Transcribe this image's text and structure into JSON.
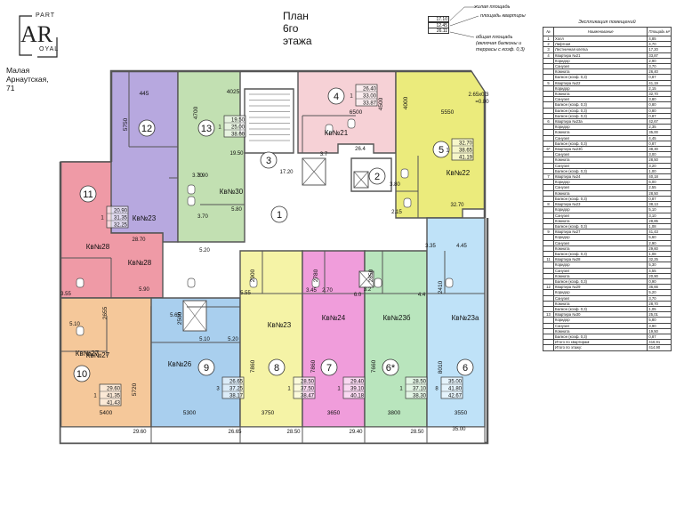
{
  "title": "План 6го этажа",
  "address": "Малая Арнаутская, 71",
  "logo": {
    "part": "PART",
    "ar": "AR",
    "oyal": "OYAL"
  },
  "key": {
    "cells": [
      "17.10",
      "12.45",
      "26.11"
    ],
    "living_area": "жилая площадь",
    "apartment_area": "площадь квартиры",
    "total_area_line1": "общая площадь",
    "total_area_line2": "(включая балконы и",
    "total_area_line3": "террасы с коэф. 0,3)"
  },
  "legend": {
    "title": "Экспликация помещений",
    "headers": {
      "n": "№",
      "name": "Наименование",
      "area": "Площадь м²"
    },
    "rows": [
      {
        "n": "1",
        "name": "Холл",
        "area": "4,85"
      },
      {
        "n": "2",
        "name": "Лифтная",
        "area": "4,70"
      },
      {
        "n": "3",
        "name": "Лестничная клетка",
        "area": "17,20"
      },
      {
        "n": "4",
        "name": "Квартира №21",
        "area": "33,87",
        "subs": [
          {
            "name": "Коридор",
            "area": "2,90"
          },
          {
            "name": "Санузел",
            "area": "3,70"
          },
          {
            "name": "Комната",
            "area": "26,40"
          },
          {
            "name": "Балкон (коэф. 0,3)",
            "area": "0,87"
          }
        ]
      },
      {
        "n": "5",
        "name": "Квартира №22",
        "area": "41,19",
        "subs": [
          {
            "name": "Коридор",
            "area": "2,15"
          },
          {
            "name": "Комната",
            "area": "32,70"
          },
          {
            "name": "Санузел",
            "area": "3,80"
          },
          {
            "name": "Балкон (коэф. 0,3)",
            "area": "0,80"
          },
          {
            "name": "Балкон (коэф. 0,3)",
            "area": "0,80"
          },
          {
            "name": "Балкон (коэф. 0,3)",
            "area": "0,87"
          }
        ]
      },
      {
        "n": "6",
        "name": "Квартира №23а",
        "area": "42,67",
        "subs": [
          {
            "name": "Коридор",
            "area": "2,35"
          },
          {
            "name": "Комната",
            "area": "35,00"
          },
          {
            "name": "Санузел",
            "area": "4,45"
          },
          {
            "name": "Балкон (коэф. 0,3)",
            "area": "0,87"
          }
        ]
      },
      {
        "n": "6*",
        "name": "Квартира №23б",
        "area": "38,30",
        "subs": [
          {
            "name": "Санузел",
            "area": "3,00"
          },
          {
            "name": "Комната",
            "area": "28,50"
          },
          {
            "name": "Санузел",
            "area": "3,20"
          },
          {
            "name": "Балкон (коэф. 0,3)",
            "area": "1,00"
          }
        ]
      },
      {
        "n": "7",
        "name": "Квартира №24",
        "area": "40,18",
        "subs": [
          {
            "name": "Коридор",
            "area": "6,00"
          },
          {
            "name": "Санузел",
            "area": "2,55"
          },
          {
            "name": "Комната",
            "area": "28,50"
          },
          {
            "name": "Балкон (коэф. 0,3)",
            "area": "0,87"
          }
        ]
      },
      {
        "n": "8",
        "name": "Квартира №23",
        "area": "38,13",
        "subs": [
          {
            "name": "Коридор",
            "area": "5,10"
          },
          {
            "name": "Санузел",
            "area": "3,10"
          },
          {
            "name": "Комната",
            "area": "28,85"
          },
          {
            "name": "Балкон (коэф. 0,3)",
            "area": "1,08"
          }
        ]
      },
      {
        "n": "9",
        "name": "Квартира №27",
        "area": "41,43",
        "subs": [
          {
            "name": "Коридор",
            "area": "5,60"
          },
          {
            "name": "Санузел",
            "area": "2,90"
          },
          {
            "name": "Комната",
            "area": "29,60"
          },
          {
            "name": "Балкон (коэф. 0,3)",
            "area": "1,08"
          }
        ]
      },
      {
        "n": "11",
        "name": "Квартира №28",
        "area": "32,25",
        "subs": [
          {
            "name": "Коридор",
            "area": "5,30"
          },
          {
            "name": "Санузел",
            "area": "4,55"
          },
          {
            "name": "Комната",
            "area": "20,90"
          },
          {
            "name": "Балкон (коэф. 0,3)",
            "area": "0,90"
          }
        ]
      },
      {
        "n": "12",
        "name": "Квартира №29",
        "area": "36,66",
        "subs": [
          {
            "name": "Коридор",
            "area": "5,20"
          },
          {
            "name": "Санузел",
            "area": "3,70"
          },
          {
            "name": "Комната",
            "area": "28,70"
          },
          {
            "name": "Балкон (коэф. 0,3)",
            "area": "1,05"
          }
        ]
      },
      {
        "n": "13",
        "name": "Квартира №30",
        "area": "25,01",
        "subs": [
          {
            "name": "Коридор",
            "area": "5,80"
          },
          {
            "name": "Санузел",
            "area": "3,90"
          },
          {
            "name": "Комната",
            "area": "19,50"
          },
          {
            "name": "Балкон (коэф. 0,3)",
            "area": "0,87"
          }
        ]
      }
    ],
    "total_apartments_label": "Итого по квартирам:",
    "total_apartments": "416,91",
    "total_floor_label": "Итого по этажу:",
    "total_floor": "414,90"
  },
  "plan": {
    "colors": {
      "purple": "#b7a8df",
      "green": "#c2e0b2",
      "pink": "#f6d1d6",
      "yellow": "#ebeb7c",
      "red": "#ef9aa6",
      "orange": "#f5c89a",
      "blue": "#a9cfee",
      "lightyellow": "#f5f3a6",
      "magenta": "#f09ddb",
      "palegreen": "#b9e5bd",
      "skyblue": "#bfe2f8",
      "wall": "#555555",
      "hall": "#ffffff"
    },
    "rooms": [
      {
        "id": "4",
        "label": "4",
        "apt": "Кв№21",
        "living": "26.40",
        "apartment": "33.00",
        "total": "33.87",
        "count": "1"
      },
      {
        "id": "5",
        "label": "5",
        "apt": "Кв№22",
        "living": "32.70",
        "apartment": "38.65",
        "total": "41.19",
        "count": "1"
      },
      {
        "id": "6",
        "label": "6",
        "apt": "Кв№23а",
        "living": "35.00",
        "apartment": "41.80",
        "total": "42.67",
        "count": "8"
      },
      {
        "id": "6s",
        "label": "6*",
        "apt": "Кв№23б",
        "living": "28.50",
        "apartment": "37.10",
        "total": "38.30",
        "count": "1"
      },
      {
        "id": "7",
        "label": "7",
        "apt": "Кв№24",
        "living": "29.40",
        "apartment": "39.10",
        "total": "40.18",
        "count": "1"
      },
      {
        "id": "8",
        "label": "8",
        "apt": "Кв№23",
        "living": "28.50",
        "apartment": "37.50",
        "total": "38.47",
        "count": "1"
      },
      {
        "id": "9",
        "label": "9",
        "apt": "Кв№26",
        "living": "26.65",
        "apartment": "37.25",
        "total": "38.17",
        "count": "3"
      },
      {
        "id": "10",
        "label": "10",
        "apt": "Кв№27",
        "living": "29.60",
        "apartment": "41.35",
        "total": "41.43",
        "count": "1"
      },
      {
        "id": "11",
        "label": "11",
        "apt": "Кв№28",
        "living": "20.90",
        "apartment": "31.35",
        "total": "32.25",
        "count": "1"
      },
      {
        "id": "12",
        "label": "12",
        "apt": "Кв№23",
        "living": "",
        "apartment": "",
        "total": "",
        "count": ""
      },
      {
        "id": "13",
        "label": "13",
        "apt": "Кв№30",
        "living": "19.50",
        "apartment": "25.00",
        "total": "38.60",
        "count": "1"
      }
    ],
    "common": [
      {
        "label": "1"
      },
      {
        "label": "2"
      },
      {
        "label": "3"
      }
    ],
    "area_labels": [
      "3.90",
      "5.80",
      "3.70",
      "5.20",
      "28.70",
      "17.20",
      "3.7",
      "26.4",
      "3.70",
      "3.80",
      "2.15",
      "32.70",
      "3.35",
      "4.45",
      "5.55",
      "3.45",
      "2.70",
      "3.2",
      "6.0",
      "4.4",
      "5.10",
      "5.65",
      "5.10",
      "5.20",
      "3.55",
      "5.90",
      "29.60",
      "26.65",
      "28.50",
      "29.40",
      "28.50",
      "35.00",
      "19.50",
      "2.65x0.3",
      "=0.80"
    ],
    "dimensions": [
      "445",
      "4025",
      "6500",
      "5550",
      "4700",
      "4500",
      "4000",
      "5750",
      "2900",
      "2780",
      "2850",
      "2410",
      "2655",
      "2500",
      "5720",
      "7860",
      "7860",
      "7660",
      "8010",
      "5400",
      "5300",
      "3750",
      "3650",
      "3800",
      "3550"
    ],
    "kv_labels": [
      "Кв№28",
      "Кв№27"
    ]
  }
}
